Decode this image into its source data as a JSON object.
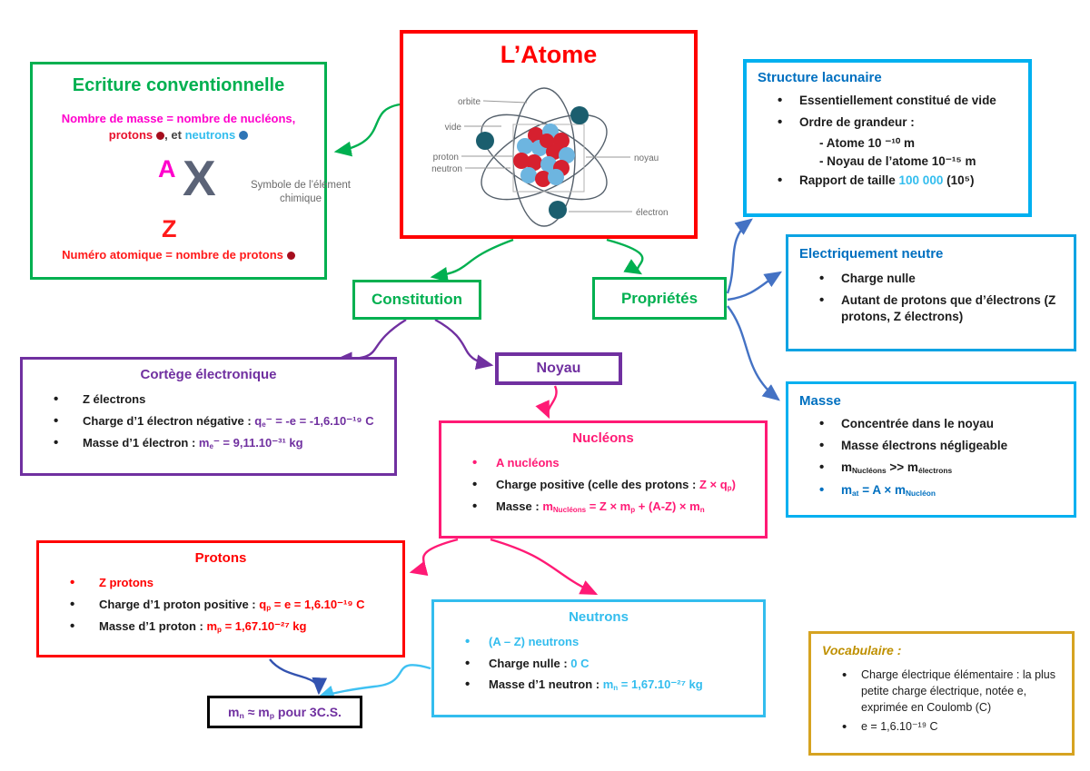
{
  "atome": {
    "title": "L’Atome",
    "labels": {
      "orbite": "orbite",
      "vide": "vide",
      "proton": "proton",
      "neutron": "neutron",
      "noyau": "noyau",
      "electron": "électron"
    }
  },
  "ecriture": {
    "title": "Ecriture conventionnelle",
    "line1": "Nombre de masse = nombre de nucléons,",
    "line2_protons": "protons",
    "line2_mid": ", et ",
    "line2_neutrons": "neutrons",
    "letterA": "A",
    "letterX": "X",
    "letterZ": "Z",
    "symbole": "Symbole de l’élément chimique",
    "bottom": "Numéro atomique = nombre de protons"
  },
  "structure": {
    "title": "Structure lacunaire",
    "b1": "Essentiellement constitué de vide",
    "b2": "Ordre de grandeur :",
    "b2a": "- Atome 10 ⁻¹⁰ m",
    "b2b": "- Noyau de l’atome 10⁻¹⁵ m",
    "b3pre": "Rapport de taille ",
    "b3val": "100 000",
    "b3post": " (10⁵)"
  },
  "neutre": {
    "title": "Electriquement neutre",
    "b1": "Charge nulle",
    "b2": "Autant de protons que d’électrons (Z protons, Z électrons)"
  },
  "masse": {
    "title": "Masse",
    "b1": "Concentrée dans le noyau",
    "b2": "Masse électrons négligeable",
    "b3": {
      "m1": "m",
      "s1": "Nucléons",
      "mid": " >> m",
      "s2": "électrons"
    },
    "b4": {
      "m1": "m",
      "s1": "at",
      "mid": " = A × m",
      "s2": "Nucléon"
    }
  },
  "constitution": {
    "label": "Constitution"
  },
  "proprietes": {
    "label": "Propriétés"
  },
  "noyau": {
    "label": "Noyau"
  },
  "cortege": {
    "title": "Cortège électronique",
    "b1": "Z électrons",
    "b2pre": "Charge d’1 électron négative : ",
    "b2f": {
      "m": "q",
      "s": "e",
      "post": "⁻ = -e = -1,6.10⁻¹⁹ C"
    },
    "b3pre": "Masse d’1 électron : ",
    "b3f": {
      "m": "m",
      "s": "e",
      "post": "⁻ = 9,11.10⁻³¹ kg"
    }
  },
  "nucleons": {
    "title": "Nucléons",
    "b1": "A nucléons",
    "b2pre": "Charge positive (celle des protons : ",
    "b2f": {
      "m": "Z × q",
      "s": "p",
      "post": ")"
    },
    "b3pre": "Masse : ",
    "b3f": {
      "m": "m",
      "s": "Nucléons",
      "mid1": " = Z × m",
      "s2": "p",
      "mid2": " + (A-Z) × m",
      "s3": "n"
    }
  },
  "protons": {
    "title": "Protons",
    "b1": "Z protons",
    "b2pre": "Charge d’1 proton positive : ",
    "b2f": {
      "m": "q",
      "s": "p",
      "post": " = e = 1,6.10⁻¹⁹ C"
    },
    "b3pre": "Masse d’1 proton : ",
    "b3f": {
      "m": "m",
      "s": "p",
      "post": " = 1,67.10⁻²⁷ kg"
    }
  },
  "neutrons": {
    "title": "Neutrons",
    "b1": "(A – Z) neutrons",
    "b2pre": "Charge nulle : ",
    "b2val": "0 C",
    "b3pre": "Masse d’1 neutron : ",
    "b3f": {
      "m": "m",
      "s": "n",
      "post": " = 1,67.10⁻²⁷ kg"
    }
  },
  "vocab": {
    "title": "Vocabulaire :",
    "b1": "Charge électrique élémentaire : la plus petite charge électrique, notée e, exprimée en Coulomb (C)",
    "b2": "e = 1,6.10⁻¹⁹ C"
  },
  "approx": {
    "f": {
      "m": "m",
      "s": "n",
      "mid": " ≈ m",
      "s2": "p",
      "post": " pour 3C.S."
    }
  },
  "colors": {
    "green": "#00b050",
    "red": "#ff0000",
    "cyan_border": "#00b0f0",
    "blue_title": "#0070c0",
    "arrow_blue": "#4472c4",
    "purple": "#7030a0",
    "pink": "#ff1a75",
    "magenta": "#ff00cc",
    "gold": "#bf9000",
    "navy_arrow": "#3353b0",
    "cyan_arrow": "#3fc1f2"
  }
}
